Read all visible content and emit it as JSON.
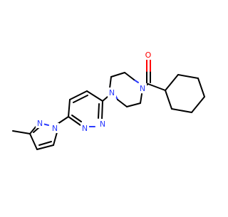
{
  "colors": {
    "carbon": "#000000",
    "nitrogen": "#2b3bff",
    "oxygen": "#ff0000",
    "background": "#ffffff"
  },
  "atoms": {
    "o1": "O",
    "n_pip_top": "N",
    "n_pip_bottom": "N",
    "n_pyridazine_1": "N",
    "n_pyridazine_2": "N",
    "n_pyrazole_1": "N",
    "n_pyrazole_2": "N"
  }
}
